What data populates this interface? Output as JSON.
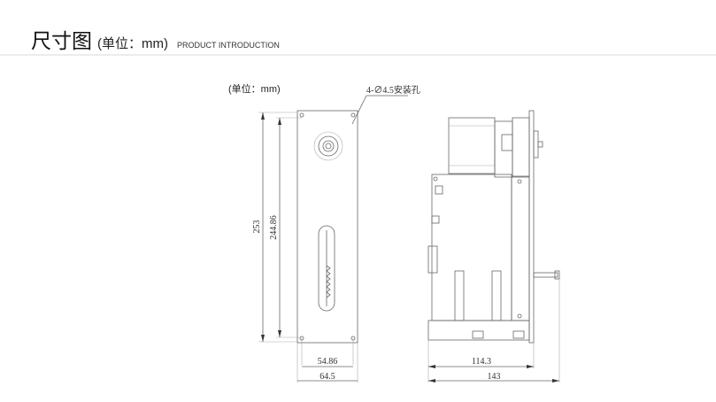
{
  "header": {
    "title": "尺寸图",
    "unit": "(单位：mm)",
    "subtitle": "PRODUCT INTRODUCTION"
  },
  "drawing": {
    "unit_label": "(单位：mm)",
    "hole_note": "4-∅4.5安装孔",
    "dims": {
      "height_total": "253",
      "height_holes": "244.86",
      "width_holes": "54.86",
      "width_total": "64.5",
      "depth_body": "114.3",
      "depth_total": "143"
    }
  }
}
